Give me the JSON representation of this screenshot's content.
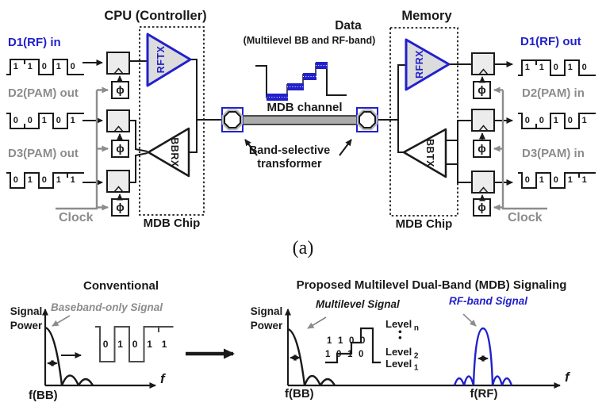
{
  "figure": {
    "caption": "(a)",
    "colors": {
      "accent_blue": "#2121cc",
      "muted_gray": "#8c8c8c"
    }
  },
  "diagram": {
    "cpu": {
      "title": "CPU (Controller)",
      "chip_label": "MDB Chip",
      "tx_amp": "RFTX",
      "rx_amp": "BBRX"
    },
    "memory": {
      "title": "Memory",
      "chip_label": "MDB Chip",
      "rx_amp": "RFRX",
      "tx_amp": "BBTX"
    },
    "phi_symbol": "ϕ",
    "clock_label": "Clock",
    "left_signals": [
      {
        "label": "D1(RF) in",
        "bits": "1 1 0 1 0"
      },
      {
        "label": "D2(PAM) out",
        "bits": "0 0 1 0 1"
      },
      {
        "label": "D3(PAM) out",
        "bits": "0 1 0 1 1"
      }
    ],
    "right_signals": [
      {
        "label": "D1(RF) out",
        "bits": "1 1 0 1 0"
      },
      {
        "label": "D2(PAM) in",
        "bits": "0 0 1 0 1"
      },
      {
        "label": "D3(PAM) in",
        "bits": "0 1 0 1 1"
      }
    ],
    "channel": {
      "data_title": "Data",
      "data_subtitle": "(Multilevel BB and RF-band)",
      "label": "MDB channel",
      "transformer_line1": "Band-selective",
      "transformer_line2": "transformer"
    }
  },
  "plots": {
    "conventional": {
      "title": "Conventional",
      "annotation": "Baseband-only Signal",
      "ylabel_line1": "Signal",
      "ylabel_line2": "Power",
      "bits": "0 1 0 1 1",
      "x_origin": "f(BB)",
      "axis_label": "f"
    },
    "proposed": {
      "title": "Proposed Multilevel Dual-Band (MDB) Signaling",
      "annotation_multilevel": "Multilevel Signal",
      "annotation_rf": "RF-band Signal",
      "ylabel_line1": "Signal",
      "ylabel_line2": "Power",
      "bits_top": "1 1 0 0",
      "bits_bottom": "1 0 1 0",
      "levels": [
        {
          "label": "Level",
          "sub": "n"
        },
        {
          "label": "Level",
          "sub": "2"
        },
        {
          "label": "Level",
          "sub": "1"
        }
      ],
      "dots": "••",
      "x_origin_bb": "f(BB)",
      "x_origin_rf": "f(RF)",
      "axis_label": "f"
    }
  }
}
